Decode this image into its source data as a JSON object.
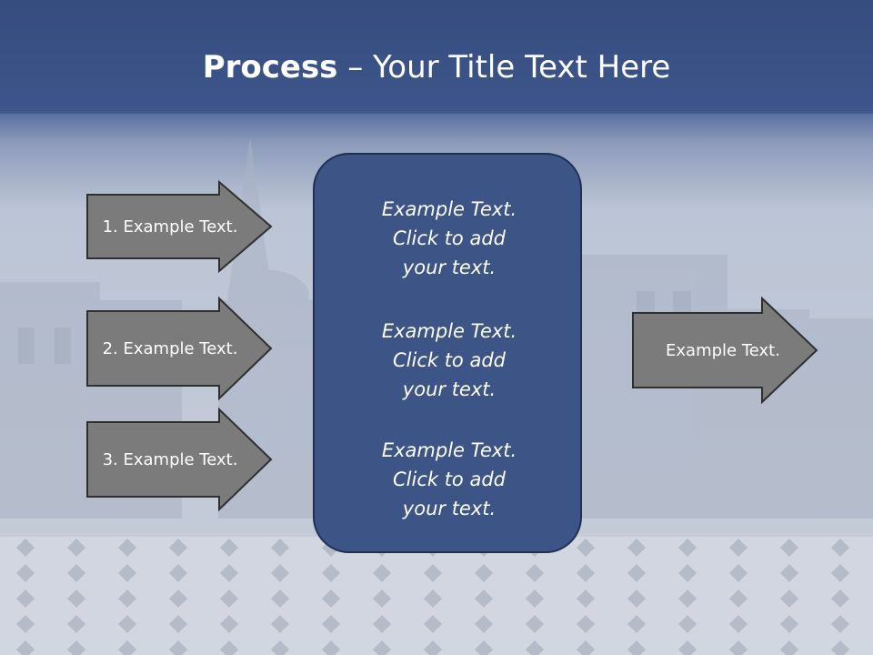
{
  "title": {
    "bold": "Process",
    "rest": " – Your Title Text Here"
  },
  "colors": {
    "title_bar": "#31497e",
    "center_box": "#3c5486",
    "arrow_fill": "#7b7b7b",
    "arrow_border": "#2f2f2f",
    "text": "#ffffff"
  },
  "left_steps": [
    {
      "label": "1. Example Text."
    },
    {
      "label": "2. Example Text."
    },
    {
      "label": "3. Example Text."
    }
  ],
  "center_items": [
    {
      "line1": "Example Text.",
      "line2": "Click  to add",
      "line3": "your text."
    },
    {
      "line1": "Example Text.",
      "line2": "Click  to add",
      "line3": "your text."
    },
    {
      "line1": "Example Text.",
      "line2": "Click  to add",
      "line3": "your text."
    }
  ],
  "right_output": {
    "label": "Example Text."
  }
}
